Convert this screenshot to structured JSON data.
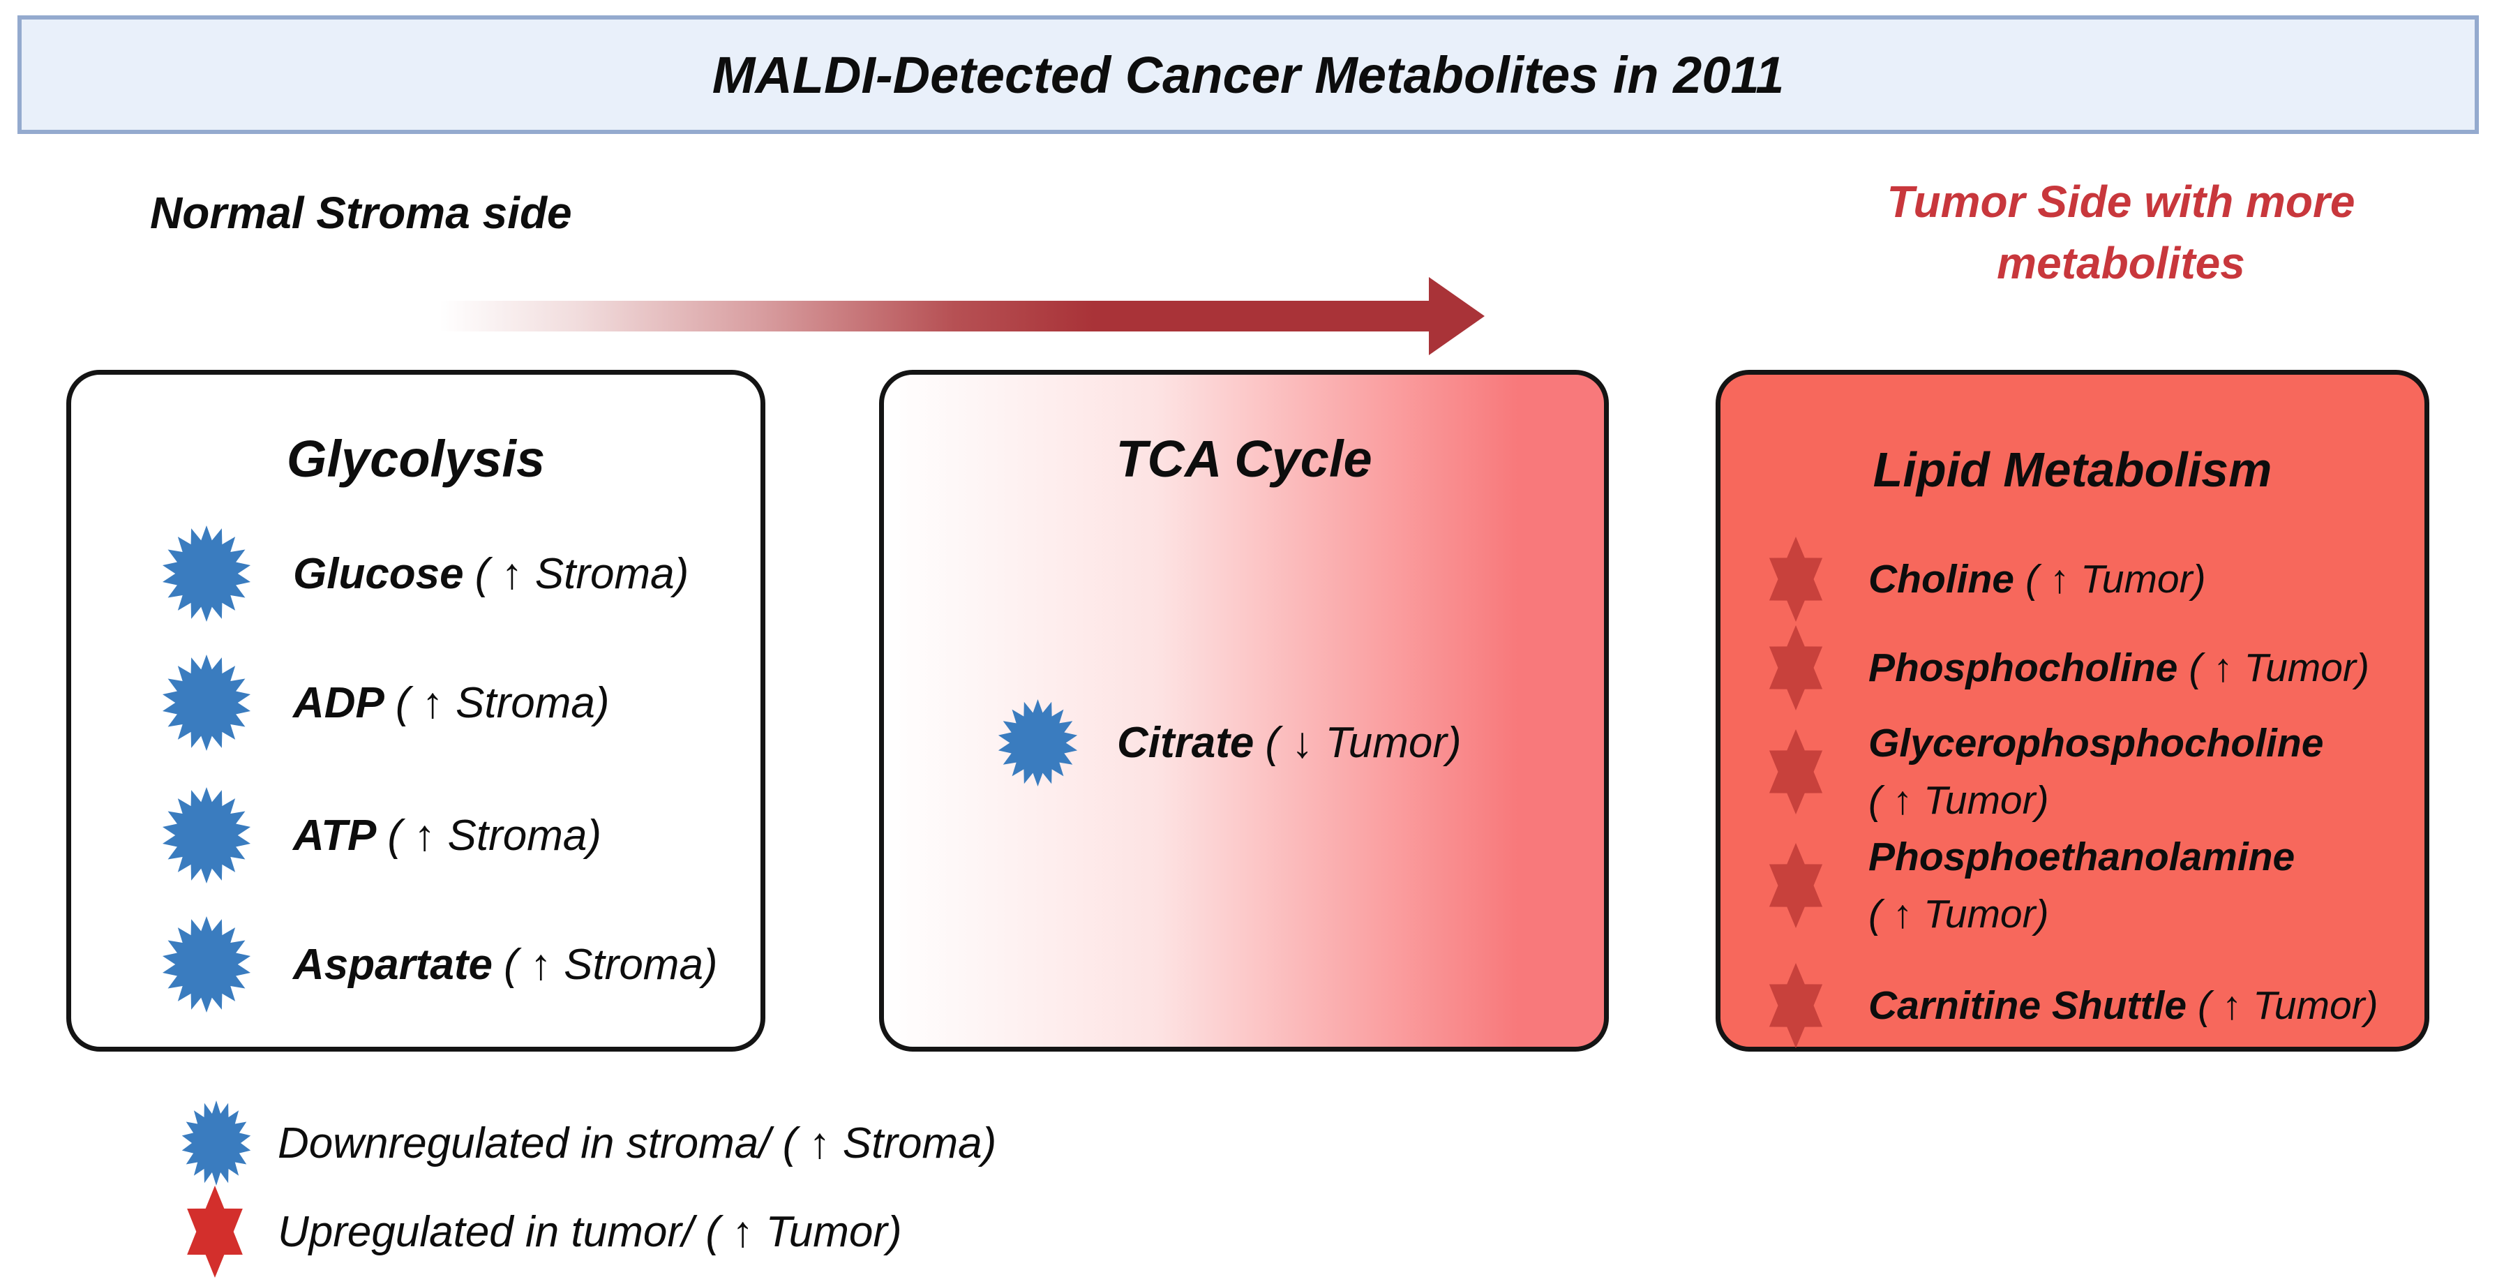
{
  "title": "MALDI-Detected Cancer Metabolites in 2011",
  "labels": {
    "left": "Normal Stroma side",
    "right_line1": "Tumor Side with more",
    "right_line2": "metabolites"
  },
  "boxes": [
    {
      "title": "Glycolysis",
      "items": [
        {
          "icon": "blue-starburst",
          "name": "Glucose",
          "qualifier": "( ↑ Stroma)"
        },
        {
          "icon": "blue-starburst",
          "name": "ADP",
          "qualifier": "( ↑ Stroma)"
        },
        {
          "icon": "blue-starburst",
          "name": "ATP",
          "qualifier": "( ↑ Stroma)"
        },
        {
          "icon": "blue-starburst",
          "name": "Aspartate",
          "qualifier": "( ↑ Stroma)"
        }
      ]
    },
    {
      "title": "TCA Cycle",
      "items": [
        {
          "icon": "blue-starburst",
          "name": "Citrate",
          "qualifier": "( ↓ Tumor)"
        }
      ]
    },
    {
      "title": "Lipid Metabolism",
      "items": [
        {
          "icon": "red-star",
          "name": "Choline",
          "qualifier": "( ↑ Tumor)"
        },
        {
          "icon": "red-star",
          "name": "Phosphocholine",
          "qualifier": "( ↑ Tumor)"
        },
        {
          "icon": "red-star",
          "name": "Glycerophosphocholine",
          "qualifier": "( ↑ Tumor)"
        },
        {
          "icon": "red-star",
          "name": "Phosphoethanolamine",
          "qualifier": "( ↑ Tumor)"
        },
        {
          "icon": "red-star",
          "name": "Carnitine Shuttle",
          "qualifier": "( ↑ Tumor)"
        }
      ]
    }
  ],
  "legend": [
    {
      "icon": "blue-starburst",
      "label": "Downregulated in stroma/ ( ↑ Stroma)"
    },
    {
      "icon": "red-star",
      "label": "Upregulated in tumor/ ( ↑ Tumor)"
    }
  ],
  "colors": {
    "banner_bg": "#E9F0FA",
    "banner_border": "#94AACE",
    "arrow": "#A93338",
    "tumor_label_text": "#C8373C",
    "box_border": "#141414",
    "tca_gradient_end": "#F8797B",
    "lipid_box_bg": "#F7685C",
    "blue_marker": "#3A7CBF",
    "lipid_star": "#C8413C",
    "legend_star": "#D32F2C"
  }
}
